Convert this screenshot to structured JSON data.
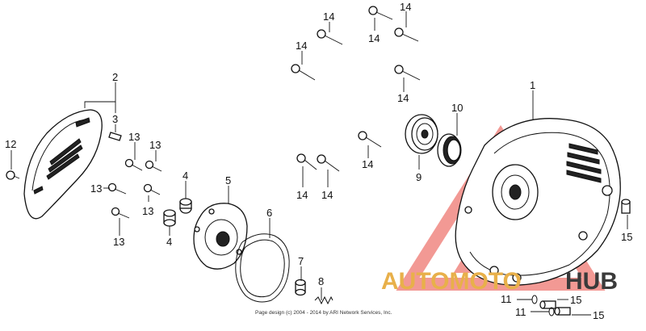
{
  "watermark": {
    "auto_text": "AUTOMOTO",
    "hub_text": "HUB",
    "auto_color": "#e8b04a",
    "hub_color": "#3a3a3a",
    "triangle_color": "#e8453c"
  },
  "copyright": "Page design (c) 2004 - 2014 by ARI Network Services, Inc.",
  "callouts": {
    "c1": "1",
    "c2": "2",
    "c3": "3",
    "c4a": "4",
    "c4b": "4",
    "c5": "5",
    "c6": "6",
    "c7": "7",
    "c8": "8",
    "c9": "9",
    "c10": "10",
    "c11a": "11",
    "c11b": "11",
    "c12": "12",
    "c13a": "13",
    "c13b": "13",
    "c13c": "13",
    "c13d": "13",
    "c13e": "13",
    "c14a": "14",
    "c14b": "14",
    "c14c": "14",
    "c14d": "14",
    "c14e": "14",
    "c14f": "14",
    "c14g": "14",
    "c14h": "14",
    "c15a": "15",
    "c15b": "15",
    "c15c": "15"
  }
}
